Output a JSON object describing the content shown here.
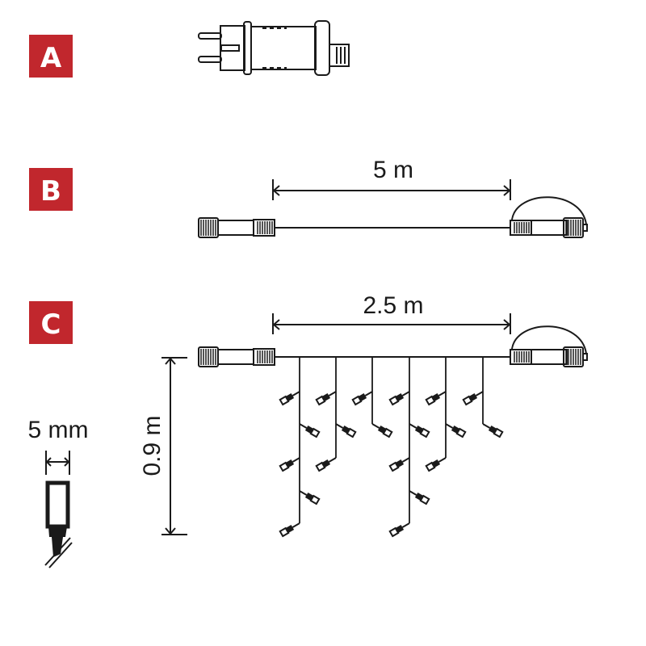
{
  "sections": [
    {
      "badge": "A",
      "name": "power-adapter"
    },
    {
      "badge": "B",
      "name": "extension-cable",
      "length_label": "5 m"
    },
    {
      "badge": "C",
      "name": "icicle-light-string",
      "length_label": "2.5 m",
      "drop_label": "0.9 m"
    }
  ],
  "led": {
    "size_label": "5 mm"
  },
  "colors": {
    "badge": "#c1272d",
    "line": "#1a1a1a"
  },
  "icicle_drops_led_counts": [
    5,
    3,
    2,
    5,
    3,
    2
  ]
}
